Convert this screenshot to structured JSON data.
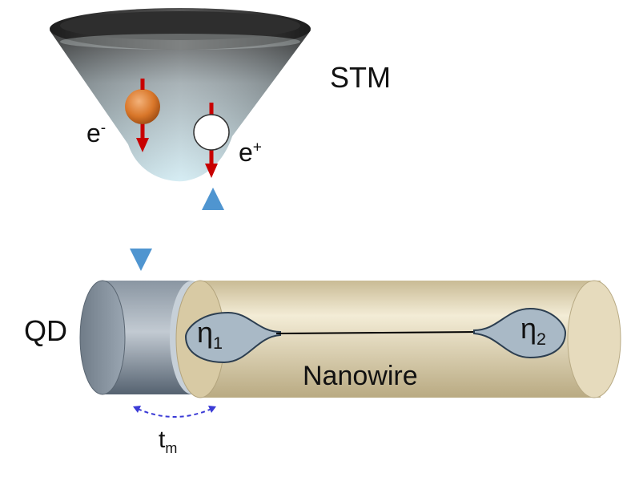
{
  "labels": {
    "stm": "STM",
    "qd": "QD",
    "nanowire": "Nanowire",
    "electron": {
      "base": "e",
      "sup": "-"
    },
    "hole": {
      "base": "e",
      "sup": "+"
    },
    "eta1": {
      "base": "η",
      "sub": "1"
    },
    "eta2": {
      "base": "η",
      "sub": "2"
    },
    "tm": {
      "base": "t",
      "sub": "m"
    }
  },
  "colors": {
    "tip_dark": "#2b2b2b",
    "tip_light": "#d9edf2",
    "electron": "#d9772a",
    "spin_arrow": "#c80000",
    "tunnel_arrow": "#4f95d0",
    "qd_body": "#6f7d8a",
    "nanowire_body": "#e2d6b4",
    "majorana_fill": "#a9b9c6",
    "coupling_arrow": "#3b3bd6"
  }
}
